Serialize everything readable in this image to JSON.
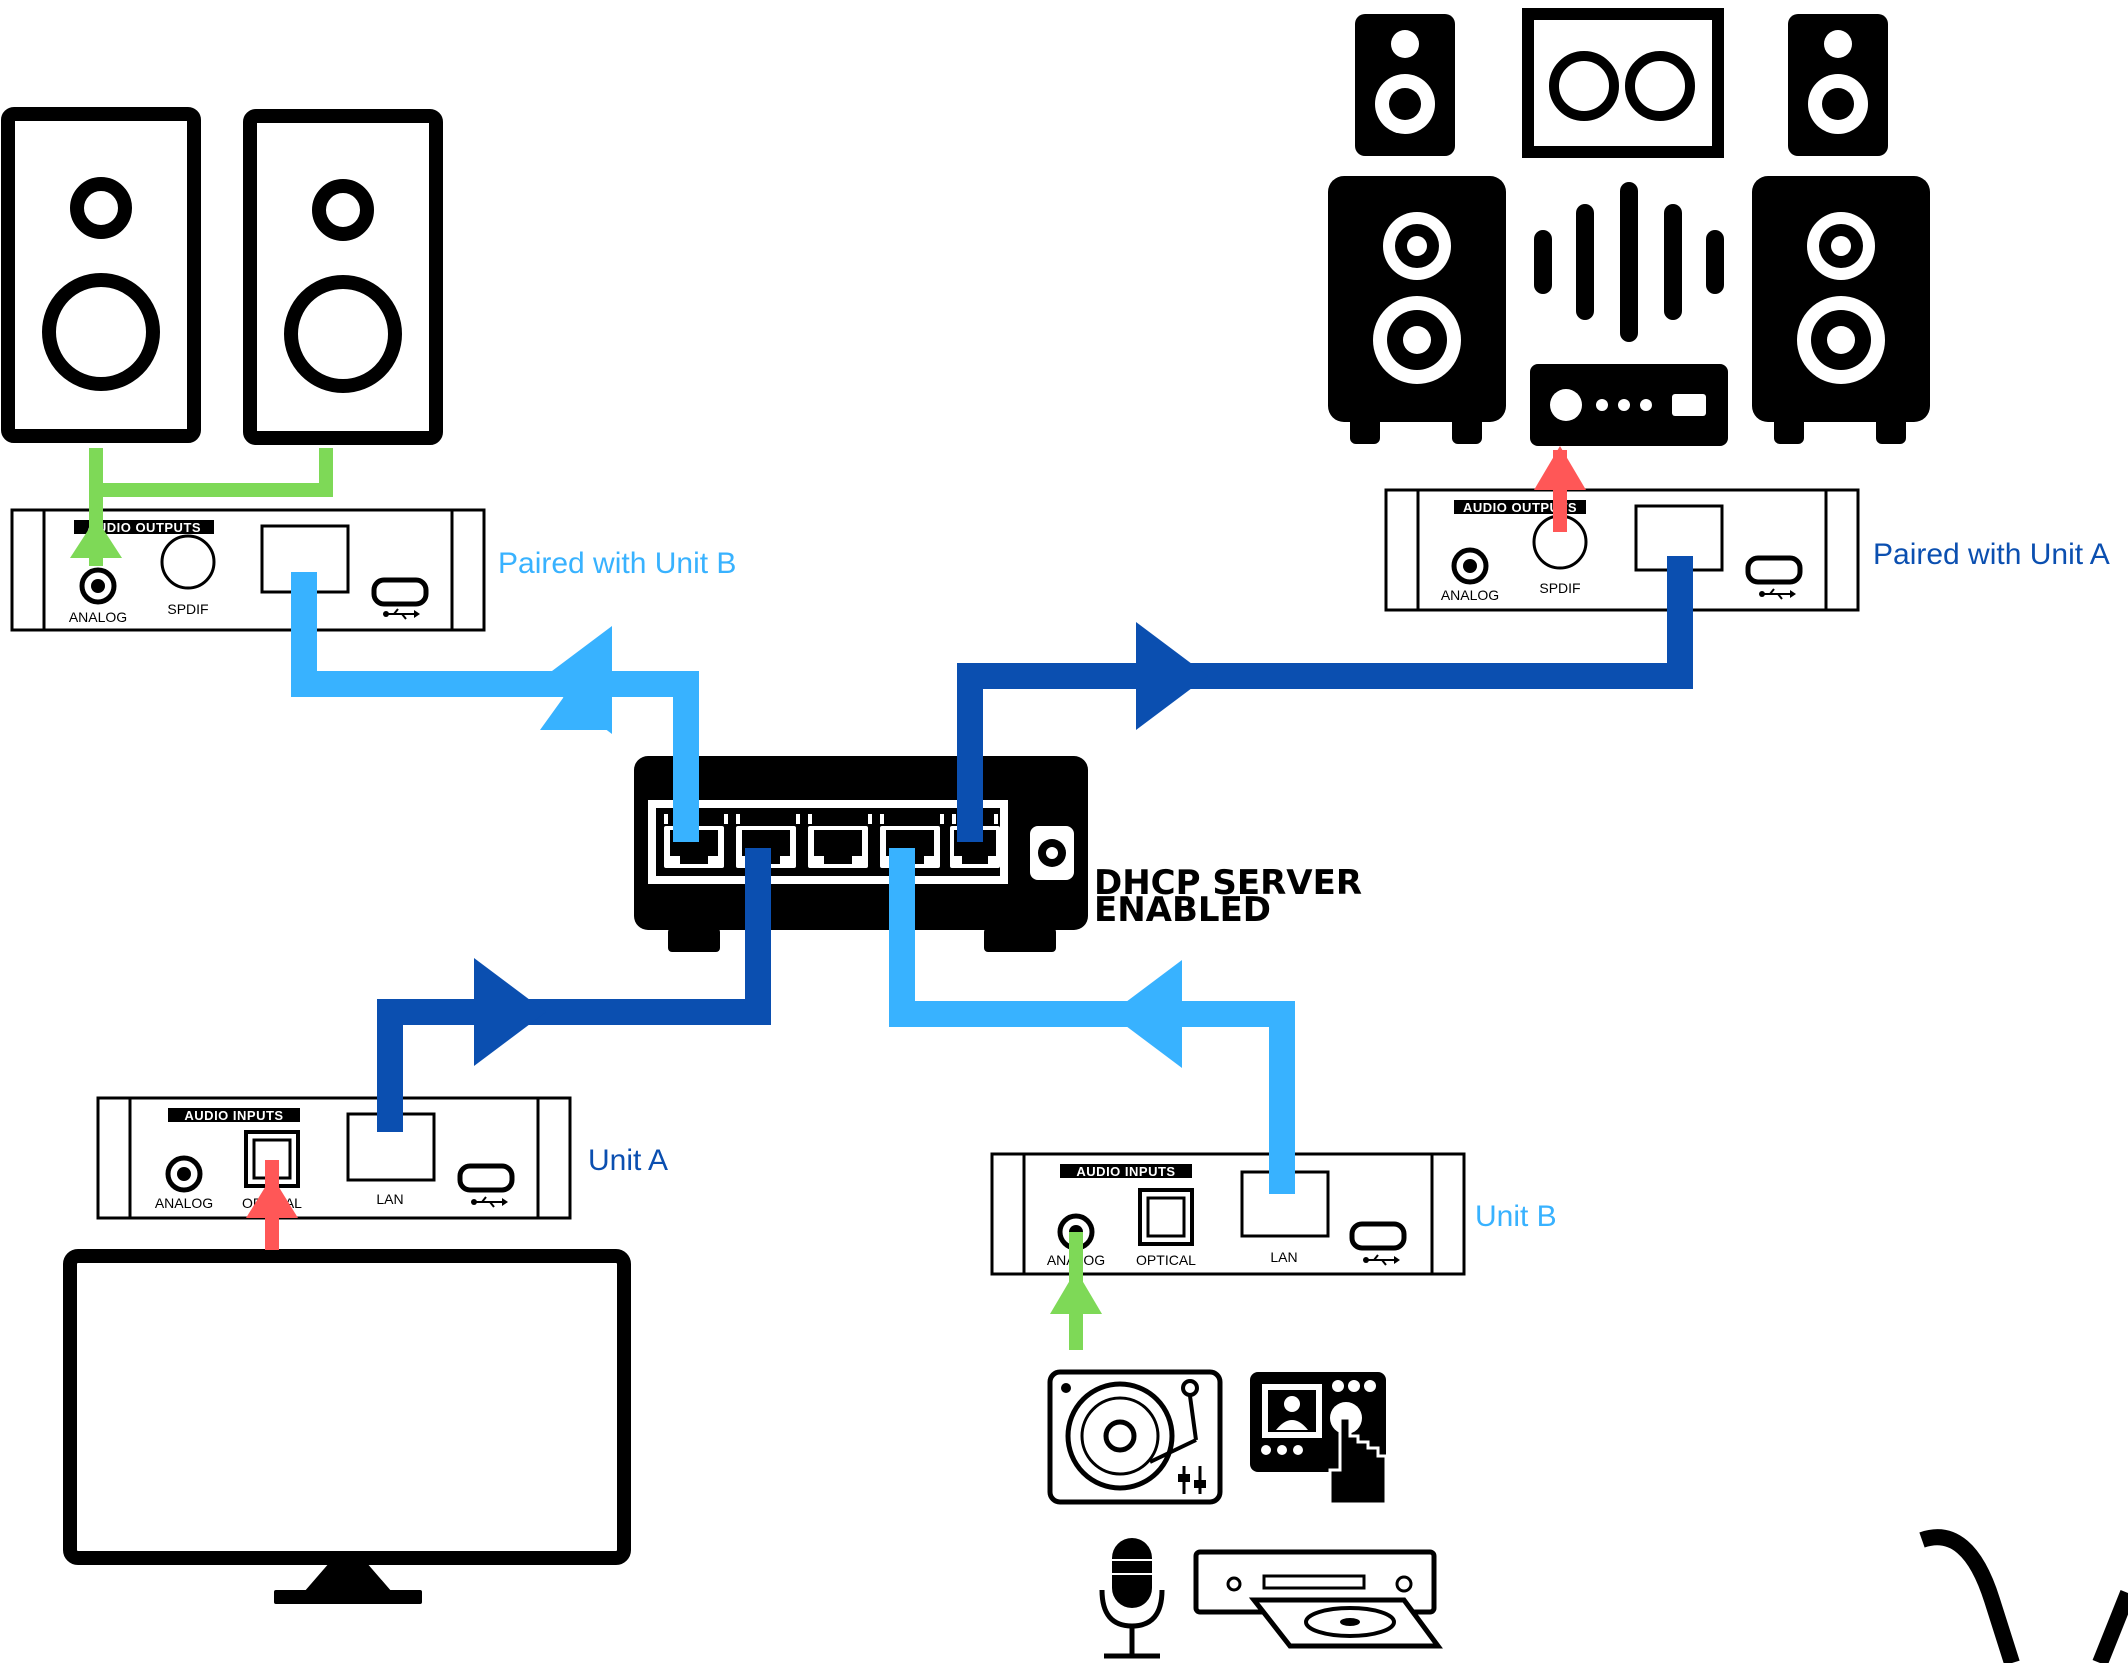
{
  "switch": {
    "status_line1": "DHCP SERVER",
    "status_line2": "ENABLED"
  },
  "receivers": {
    "left": {
      "header": "AUDIO OUTPUTS",
      "ports": [
        "ANALOG",
        "SPDIF"
      ],
      "caption": "Paired with Unit B"
    },
    "right": {
      "header": "AUDIO OUTPUTS",
      "ports": [
        "ANALOG",
        "SPDIF"
      ],
      "caption": "Paired with Unit A"
    }
  },
  "transmitters": {
    "unit_a": {
      "header": "AUDIO INPUTS",
      "ports": [
        "ANALOG",
        "OPTICAL",
        "LAN"
      ],
      "caption": "Unit A"
    },
    "unit_b": {
      "header": "AUDIO INPUTS",
      "ports": [
        "ANALOG",
        "OPTICAL",
        "LAN"
      ],
      "caption": "Unit B"
    }
  },
  "colors": {
    "light_blue": "#38b2ff",
    "dark_blue": "#0b4fb0",
    "green": "#7ed957",
    "red": "#ff5757",
    "black": "#000000"
  },
  "icons": [
    "speaker-pair-icon",
    "home-theater-icon",
    "network-switch-icon",
    "tv-monitor-icon",
    "turntable-icon",
    "mixer-touch-icon",
    "microphone-icon",
    "cd-player-icon",
    "usb-icon",
    "optical-port-icon"
  ]
}
